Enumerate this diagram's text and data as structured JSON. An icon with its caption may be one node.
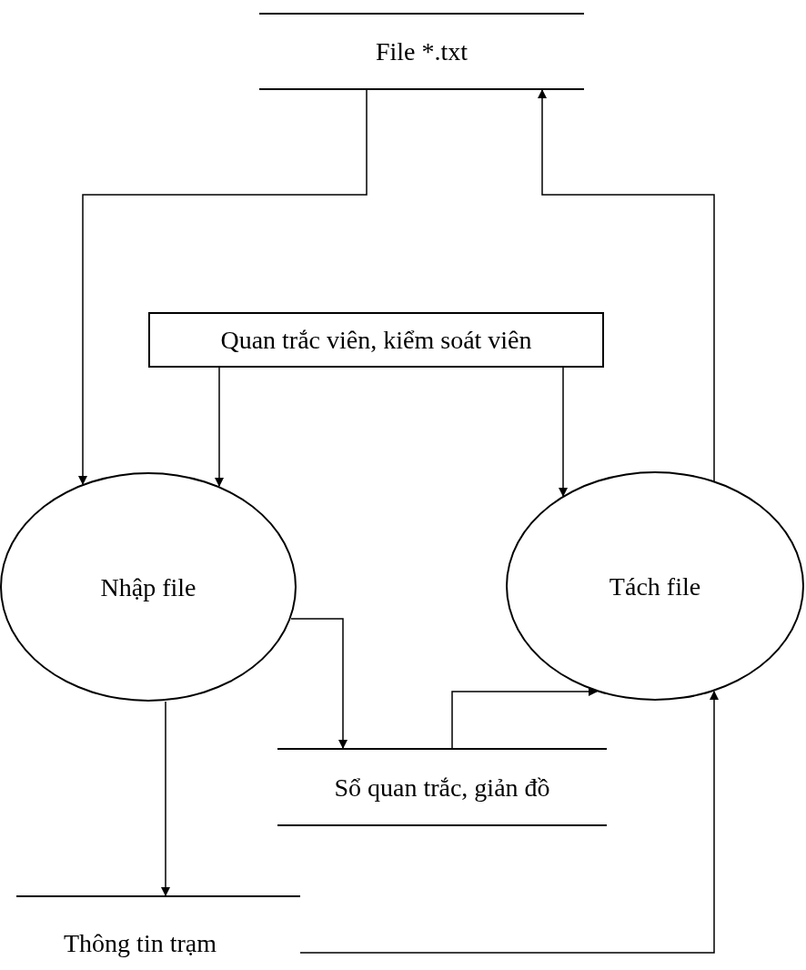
{
  "diagram": {
    "nodes": [
      {
        "text": [
          "File *.txt"
        ]
      },
      {
        "text": [
          "Quan trắc viên, kiểm soát viên"
        ]
      },
      {
        "text": [
          "Nhập file"
        ]
      },
      {
        "text": [
          "Tách file"
        ]
      },
      {
        "text": [
          "Sổ quan trắc, giản đồ"
        ]
      },
      {
        "text": [
          "Thông tin trạm"
        ]
      }
    ],
    "edges": [
      {
        "from": 0,
        "to": 2,
        "arrow": "to"
      },
      {
        "from": 3,
        "to": 0,
        "arrow": "to"
      },
      {
        "from": 1,
        "to": 2,
        "arrow": "to"
      },
      {
        "from": 1,
        "to": 3,
        "arrow": "to"
      },
      {
        "from": 2,
        "to": 4,
        "arrow": "to"
      },
      {
        "from": 4,
        "to": 3,
        "arrow": "to"
      },
      {
        "from": 2,
        "to": 5,
        "arrow": "to"
      },
      {
        "from": 5,
        "to": 3,
        "arrow": "to"
      }
    ]
  }
}
